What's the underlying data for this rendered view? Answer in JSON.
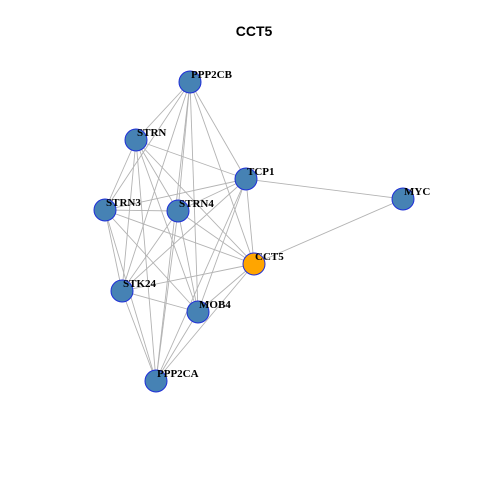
{
  "title": "CCT5",
  "colors": {
    "edge": "#b3b3b3",
    "node_border": "#1f2fd8",
    "node_default": "#4682b4",
    "node_highlight": "#ffa500"
  },
  "nodes": [
    {
      "id": "PPP2CB",
      "label": "PPP2CB",
      "highlight": false
    },
    {
      "id": "STRN",
      "label": "STRN",
      "highlight": false
    },
    {
      "id": "TCP1",
      "label": "TCP1",
      "highlight": false
    },
    {
      "id": "MYC",
      "label": "MYC",
      "highlight": false
    },
    {
      "id": "STRN3",
      "label": "STRN3",
      "highlight": false
    },
    {
      "id": "STRN4",
      "label": "STRN4",
      "highlight": false
    },
    {
      "id": "CCT5",
      "label": "CCT5",
      "highlight": true
    },
    {
      "id": "STK24",
      "label": "STK24",
      "highlight": false
    },
    {
      "id": "MOB4",
      "label": "MOB4",
      "highlight": false
    },
    {
      "id": "PPP2CA",
      "label": "PPP2CA",
      "highlight": false
    }
  ],
  "edges": [
    [
      "PPP2CB",
      "STRN"
    ],
    [
      "PPP2CB",
      "STRN3"
    ],
    [
      "PPP2CB",
      "STRN4"
    ],
    [
      "PPP2CB",
      "STK24"
    ],
    [
      "PPP2CB",
      "MOB4"
    ],
    [
      "PPP2CB",
      "PPP2CA"
    ],
    [
      "PPP2CB",
      "TCP1"
    ],
    [
      "PPP2CB",
      "CCT5"
    ],
    [
      "STRN",
      "STRN3"
    ],
    [
      "STRN",
      "STRN4"
    ],
    [
      "STRN",
      "STK24"
    ],
    [
      "STRN",
      "MOB4"
    ],
    [
      "STRN",
      "PPP2CA"
    ],
    [
      "STRN",
      "TCP1"
    ],
    [
      "STRN",
      "CCT5"
    ],
    [
      "STRN3",
      "STRN4"
    ],
    [
      "STRN3",
      "STK24"
    ],
    [
      "STRN3",
      "MOB4"
    ],
    [
      "STRN3",
      "PPP2CA"
    ],
    [
      "STRN3",
      "TCP1"
    ],
    [
      "STRN3",
      "CCT5"
    ],
    [
      "STRN4",
      "STK24"
    ],
    [
      "STRN4",
      "MOB4"
    ],
    [
      "STRN4",
      "PPP2CA"
    ],
    [
      "STRN4",
      "TCP1"
    ],
    [
      "STRN4",
      "CCT5"
    ],
    [
      "STK24",
      "MOB4"
    ],
    [
      "STK24",
      "PPP2CA"
    ],
    [
      "STK24",
      "TCP1"
    ],
    [
      "STK24",
      "CCT5"
    ],
    [
      "MOB4",
      "PPP2CA"
    ],
    [
      "MOB4",
      "TCP1"
    ],
    [
      "MOB4",
      "CCT5"
    ],
    [
      "PPP2CA",
      "TCP1"
    ],
    [
      "PPP2CA",
      "CCT5"
    ],
    [
      "TCP1",
      "CCT5"
    ],
    [
      "TCP1",
      "MYC"
    ],
    [
      "CCT5",
      "MYC"
    ]
  ]
}
